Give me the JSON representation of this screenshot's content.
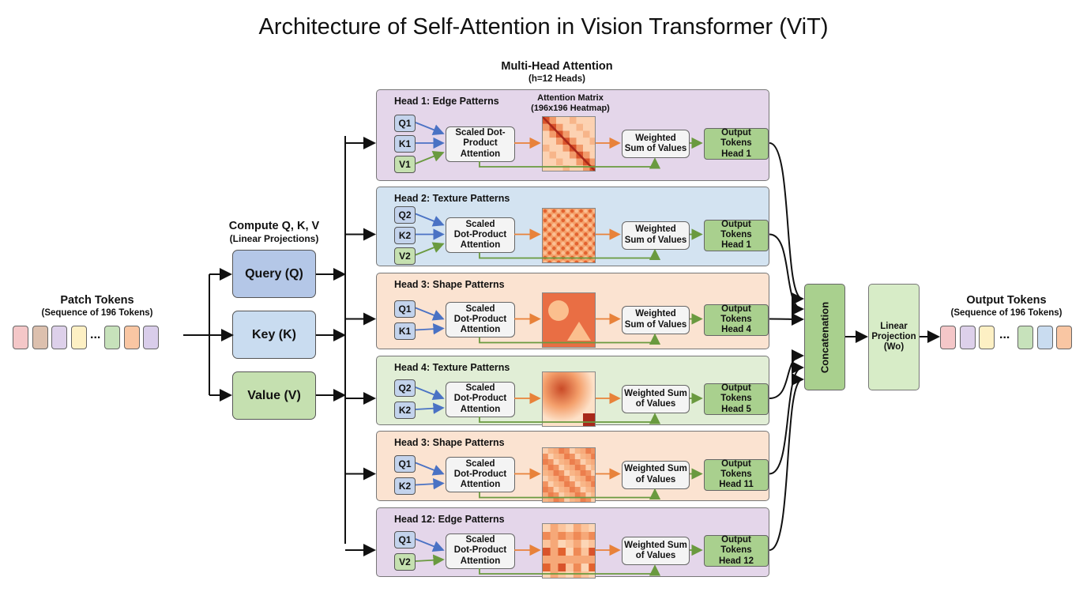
{
  "title": "Architecture of Self-Attention in Vision Transformer (ViT)",
  "patch_tokens": {
    "title": "Patch Tokens",
    "subtitle": "(Sequence of 196 Tokens)",
    "ellipsis": "...",
    "colors_before": [
      "#f4c7c8",
      "#dcc0ae",
      "#ddd0ea",
      "#fdf0c4"
    ],
    "colors_after": [
      "#c7e2bb",
      "#f9c6a3",
      "#d9cdea"
    ]
  },
  "compute_qkv": {
    "title": "Compute Q, K, V",
    "subtitle": "(Linear Projections)",
    "query": "Query (Q)",
    "key": "Key (K)",
    "value": "Value (V)",
    "colors": {
      "query": "#b4c7e7",
      "key": "#c9dcf0",
      "value": "#c5e0b0"
    }
  },
  "multihead": {
    "title": "Multi-Head Attention",
    "subtitle": "(h=12 Heads)",
    "attention_matrix_label": "Attention Matrix",
    "attention_matrix_sub": "(196x196 Heatmap)"
  },
  "heads": [
    {
      "title": "Head 1: Edge Patterns",
      "bg": "#e4d6ea",
      "inputs": [
        "Q1",
        "K1",
        "V1"
      ],
      "sdpa": [
        "Scaled Dot-",
        "Product",
        "Attention"
      ],
      "heatmap": "diagonal",
      "wsum": [
        "Weighted",
        "Sum of Values"
      ],
      "output": [
        "Output",
        "Tokens",
        "Head 1"
      ]
    },
    {
      "title": "Head 2: Texture Patterns",
      "bg": "#d3e3f1",
      "inputs": [
        "Q2",
        "K2",
        "V2"
      ],
      "sdpa": [
        "Scaled",
        "Dot-Product",
        "Attention"
      ],
      "heatmap": "texture",
      "wsum": [
        "Weighted",
        "Sum of Values"
      ],
      "output": [
        "Output",
        "Tokens",
        "Head 1"
      ]
    },
    {
      "title": "Head 3: Shape Patterns",
      "bg": "#fbe3d1",
      "inputs": [
        "Q1",
        "K1"
      ],
      "sdpa": [
        "Scaled",
        "Dot-Product",
        "Attention"
      ],
      "heatmap": "shapes",
      "wsum": [
        "Weighted",
        "Sum of Values"
      ],
      "output": [
        "Output Tokens",
        "Head 4"
      ]
    },
    {
      "title": "Head 4: Texture Patterns",
      "bg": "#e1eed6",
      "inputs": [
        "Q2",
        "K2"
      ],
      "sdpa": [
        "Scaled",
        "Dot-Product",
        "Attention"
      ],
      "heatmap": "blob",
      "wsum": [
        "Weighted Sum",
        "of Values"
      ],
      "output": [
        "Output Tokens",
        "Head 5"
      ]
    },
    {
      "title": "Head 3: Shape Patterns",
      "bg": "#fbe3d1",
      "inputs": [
        "Q1",
        "K2"
      ],
      "sdpa": [
        "Scaled",
        "Dot-Product",
        "Attention"
      ],
      "heatmap": "plaid",
      "wsum": [
        "Weighted Sum",
        "of Values"
      ],
      "output": [
        "Output Tokens",
        "Head 11"
      ]
    },
    {
      "title": "Head 12: Edge Patterns",
      "bg": "#e4d6ea",
      "inputs": [
        "Q1",
        "V2"
      ],
      "sdpa": [
        "Scaled",
        "Dot-Product",
        "Attention"
      ],
      "heatmap": "blocks",
      "wsum": [
        "Weighted Sum",
        "of Values"
      ],
      "output": [
        "Output Tokens",
        "Head 12"
      ]
    }
  ],
  "concatenation": "Concatenation",
  "linear_projection": [
    "Linear",
    "Projection",
    "(Wo)"
  ],
  "output_tokens": {
    "title": "Output Tokens",
    "subtitle": "(Sequence of 196 Tokens)",
    "ellipsis": "...",
    "colors_before": [
      "#f4c7c8",
      "#ddd0ea",
      "#fdf0c4"
    ],
    "colors_after": [
      "#c7e2bb",
      "#c9dcf0",
      "#f9c6a3"
    ]
  },
  "arrow_colors": {
    "query": "#4a72c4",
    "value": "#6a9a3f",
    "attention": "#e8823a",
    "main": "#111111"
  }
}
